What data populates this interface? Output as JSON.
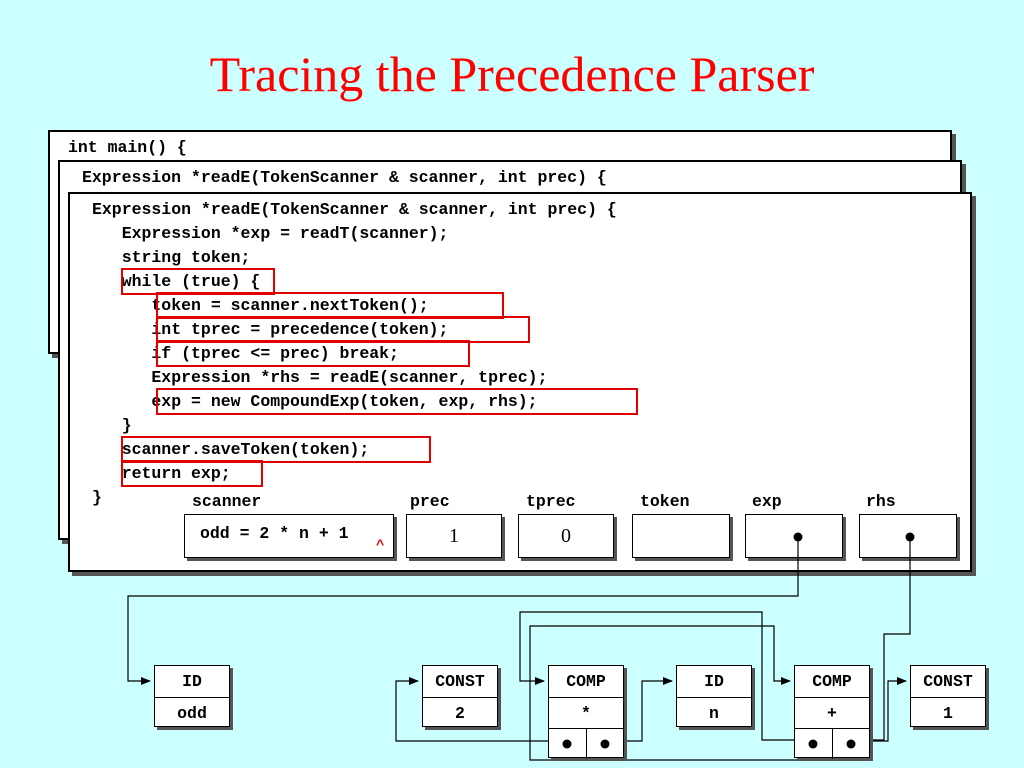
{
  "title": "Tracing the Precedence Parser",
  "frames": {
    "main_header": "int main() {",
    "outer_header": "Expression *readE(TokenScanner & scanner, int prec) {",
    "code": [
      "Expression *readE(TokenScanner & scanner, int prec) {",
      "   Expression *exp = readT(scanner);",
      "   string token;",
      "   while (true) {",
      "      token = scanner.nextToken();",
      "      int tprec = precedence(token);",
      "      if (tprec <= prec) break;",
      "      Expression *rhs = readE(scanner, tprec);",
      "      exp = new CompoundExp(token, exp, rhs);",
      "   }",
      "   scanner.saveToken(token);",
      "   return exp;",
      "}"
    ]
  },
  "variables": {
    "scanner": {
      "label": "scanner",
      "value": "odd = 2 * n + 1",
      "caret": "^"
    },
    "prec": {
      "label": "prec",
      "value": "1"
    },
    "tprec": {
      "label": "tprec",
      "value": "0"
    },
    "token": {
      "label": "token",
      "value": ""
    },
    "exp": {
      "label": "exp"
    },
    "rhs": {
      "label": "rhs"
    }
  },
  "nodes": [
    {
      "type": "ID",
      "value": "odd"
    },
    {
      "type": "CONST",
      "value": "2"
    },
    {
      "type": "COMP",
      "value": "*"
    },
    {
      "type": "ID",
      "value": "n"
    },
    {
      "type": "COMP",
      "value": "+"
    },
    {
      "type": "CONST",
      "value": "1"
    }
  ],
  "colors": {
    "background": "#ccffff",
    "title": "#ff0000",
    "highlight": "#e00000"
  }
}
